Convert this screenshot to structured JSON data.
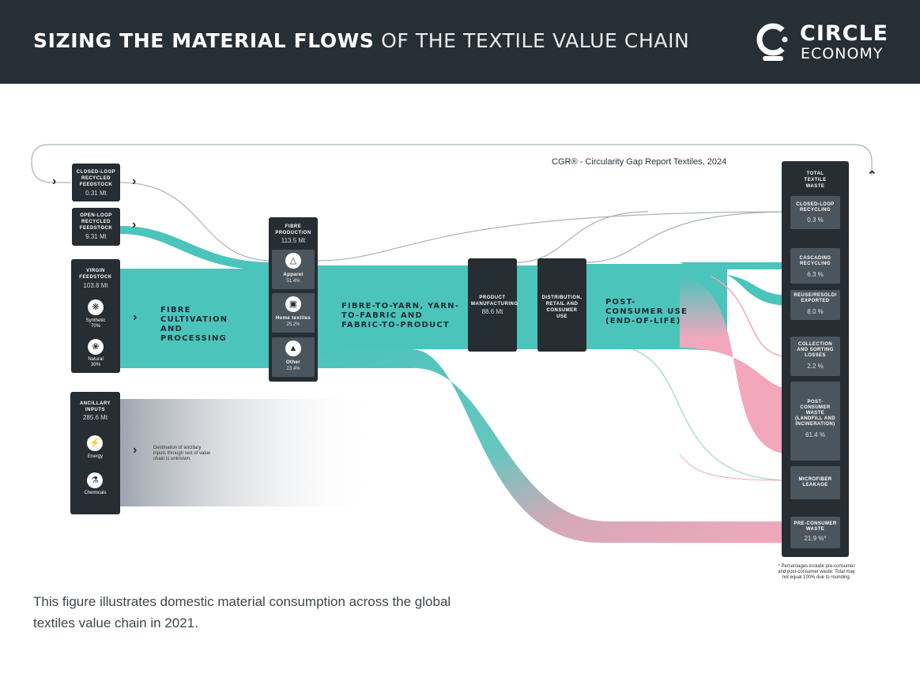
{
  "header": {
    "title_bold": "SIZING THE MATERIAL FLOWS",
    "title_light": " OF THE TEXTILE VALUE CHAIN",
    "logo_line1": "CIRCLE",
    "logo_line2": "ECONOMY"
  },
  "source": "CGR® - Circularity Gap Report Textiles, 2024",
  "inputs": {
    "closed_loop": {
      "label": "Closed-loop recycled feedstock",
      "value": "0.31 Mt"
    },
    "open_loop": {
      "label": "Open-loop recycled feedstock",
      "value": "9.31 Mt"
    },
    "virgin": {
      "label": "Virgin feedstock",
      "value": "103.8 Mt",
      "items": [
        {
          "icon": "synthetic-icon",
          "name": "Synthetic",
          "pct": "70%"
        },
        {
          "icon": "natural-icon",
          "name": "Natural",
          "pct": "30%"
        }
      ]
    },
    "ancillary": {
      "label": "Ancillary inputs",
      "value": "285.6 Mt",
      "items": [
        {
          "icon": "energy-icon",
          "name": "Energy"
        },
        {
          "icon": "chemicals-icon",
          "name": "Chemicals"
        }
      ],
      "note": "Destination of ancillary inputs through rest of value chain is unknown."
    }
  },
  "fibre_production": {
    "label": "Fibre production",
    "value": "113.5 Mt",
    "items": [
      {
        "icon": "apparel-icon",
        "name": "Apparel",
        "pct": "51.4%"
      },
      {
        "icon": "home-textiles-icon",
        "name": "Home textiles",
        "pct": "25.2%"
      },
      {
        "icon": "other-icon",
        "name": "Other",
        "pct": "23.4%"
      }
    ]
  },
  "stages": {
    "s1": "Fibre cultivation and processing",
    "s2": "Fibre-to-yarn, yarn-to-fabric and fabric-to-product",
    "s3": "Post-consumer use (end-of-life)"
  },
  "product_manufacturing": {
    "label": "Product manufacturing",
    "value": "88.6 Mt"
  },
  "distribution": {
    "label": "Distribution, retail and consumer use"
  },
  "waste": {
    "label": "Total textile waste",
    "items": [
      {
        "name": "Closed-loop recycling",
        "pct": "0.3 %"
      },
      {
        "name": "Cascading recycling",
        "pct": "6.3 %"
      },
      {
        "name": "Reuse/resold/ exported",
        "pct": "8.0 %"
      },
      {
        "name": "Collection and sorting losses",
        "pct": "2.2 %"
      },
      {
        "name": "Post-consumer waste (landfill and incineration)",
        "pct": "61.4 %"
      },
      {
        "name": "Microfiber leakage",
        "pct": ""
      },
      {
        "name": "Pre-consumer waste",
        "pct": "21.9 %*"
      }
    ],
    "footnote": "* Percentages include pre-consumer and post-consumer waste. Total may not equal 100% due to rounding."
  },
  "colors": {
    "header": "#272f36",
    "teal": "#4bc4bc",
    "pink": "#f2a7bd",
    "box": "#262d33",
    "grey_flow": "#a3aab2"
  },
  "footer": "This figure illustrates domestic material consumption across the global textiles value chain in 2021."
}
